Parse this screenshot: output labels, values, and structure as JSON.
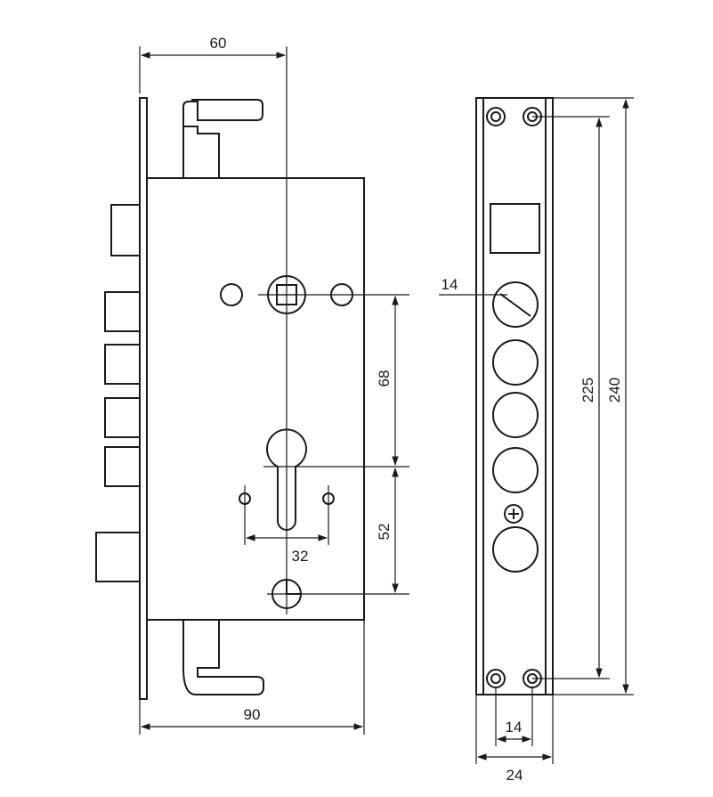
{
  "dimensions": {
    "width_60": "60",
    "width_90": "90",
    "height_68": "68",
    "height_52": "52",
    "spacing_32": "32",
    "hole_14": "14",
    "pitch_14": "14",
    "faceplate_24": "24",
    "length_225": "225",
    "length_240": "240"
  },
  "colors": {
    "line": "#1a1a1a",
    "background": "#ffffff"
  }
}
